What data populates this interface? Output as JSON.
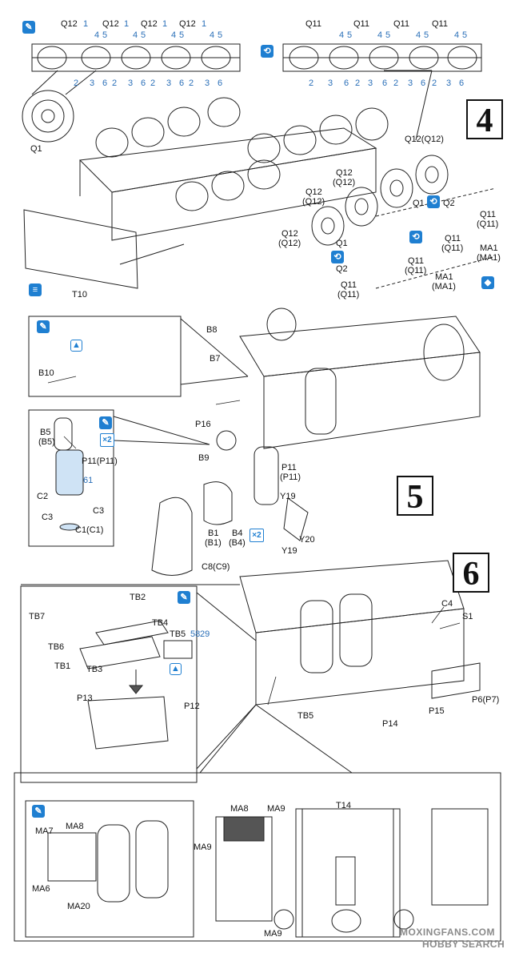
{
  "steps": {
    "step4": "4",
    "step5": "5",
    "step6": "6"
  },
  "icons": {
    "glue": "glue-icon",
    "flip": "flip-icon",
    "optional": "option-icon",
    "x2": "×2",
    "x2_label": "×2"
  },
  "step4": {
    "top_left_labels": [
      "Q12",
      "1",
      "Q12",
      "1",
      "Q12",
      "1",
      "Q12",
      "1"
    ],
    "top_left_nums": [
      "4",
      "5",
      "4",
      "5",
      "4",
      "5",
      "4",
      "5"
    ],
    "bottom_left_nums": [
      "2",
      "3",
      "6",
      "2",
      "3",
      "6",
      "2",
      "3",
      "6",
      "2",
      "3",
      "6"
    ],
    "top_right_labels": [
      "Q11",
      "Q11",
      "Q11",
      "Q11"
    ],
    "top_right_nums": [
      "4",
      "5",
      "4",
      "5",
      "4",
      "5",
      "4",
      "5"
    ],
    "bottom_right_nums": [
      "2",
      "3",
      "6",
      "2",
      "3",
      "6",
      "2",
      "3",
      "6",
      "2",
      "3",
      "6"
    ],
    "q1_detail": "Q1",
    "q12_labels": [
      "Q12(Q12)",
      "Q12",
      "(Q12)",
      "Q12",
      "(Q12)",
      "Q12",
      "(Q12)"
    ],
    "q1_a": "Q1",
    "q2_a": "Q2",
    "q1_b": "Q1",
    "q2_b": "Q2",
    "q11_labels": [
      "Q11",
      "(Q11)",
      "Q11",
      "(Q11)",
      "Q11",
      "(Q11)",
      "Q11",
      "(Q11)"
    ],
    "ma1_labels": [
      "MA1",
      "(MA1)",
      "MA1",
      "(MA1)"
    ],
    "t10": "T10"
  },
  "step5": {
    "b10": "B10",
    "b8": "B8",
    "b7": "B7",
    "p16": "P16",
    "b9": "B9",
    "b5": "B5",
    "b5p": "(B5)",
    "p11p11": "P11(P11)",
    "c2": "C2",
    "c3a": "C3",
    "c3b": "C3",
    "c1": "C1(C1)",
    "tag_61": "61",
    "p11": "P11",
    "p11p": "(P11)",
    "y19a": "Y19",
    "y20": "Y20",
    "y19b": "Y19",
    "b1": "B1",
    "b1p": "(B1)",
    "b4": "B4",
    "b4p": "(B4)",
    "c8": "C8(C9)"
  },
  "step6": {
    "tb2": "TB2",
    "tb7": "TB7",
    "tb4": "TB4",
    "tb6": "TB6",
    "tb5": "TB5",
    "tb1": "TB1",
    "tb3": "TB3",
    "tag_58": "58",
    "tag_29": "29",
    "p13": "P13",
    "p12": "P12",
    "c4": "C4",
    "s1": "S1",
    "p6": "P6(P7)",
    "tb5b": "TB5",
    "p14": "P14",
    "p15": "P15",
    "ma7": "MA7",
    "ma8": "MA8",
    "ma6": "MA6",
    "ma20": "MA20",
    "ma8b": "MA8",
    "ma9a": "MA9",
    "ma9b": "MA9",
    "ma9c": "MA9",
    "t14": "T14"
  },
  "watermark": {
    "line1": "MOXINGFANS.COM",
    "line2": "HOBBY SEARCH"
  }
}
